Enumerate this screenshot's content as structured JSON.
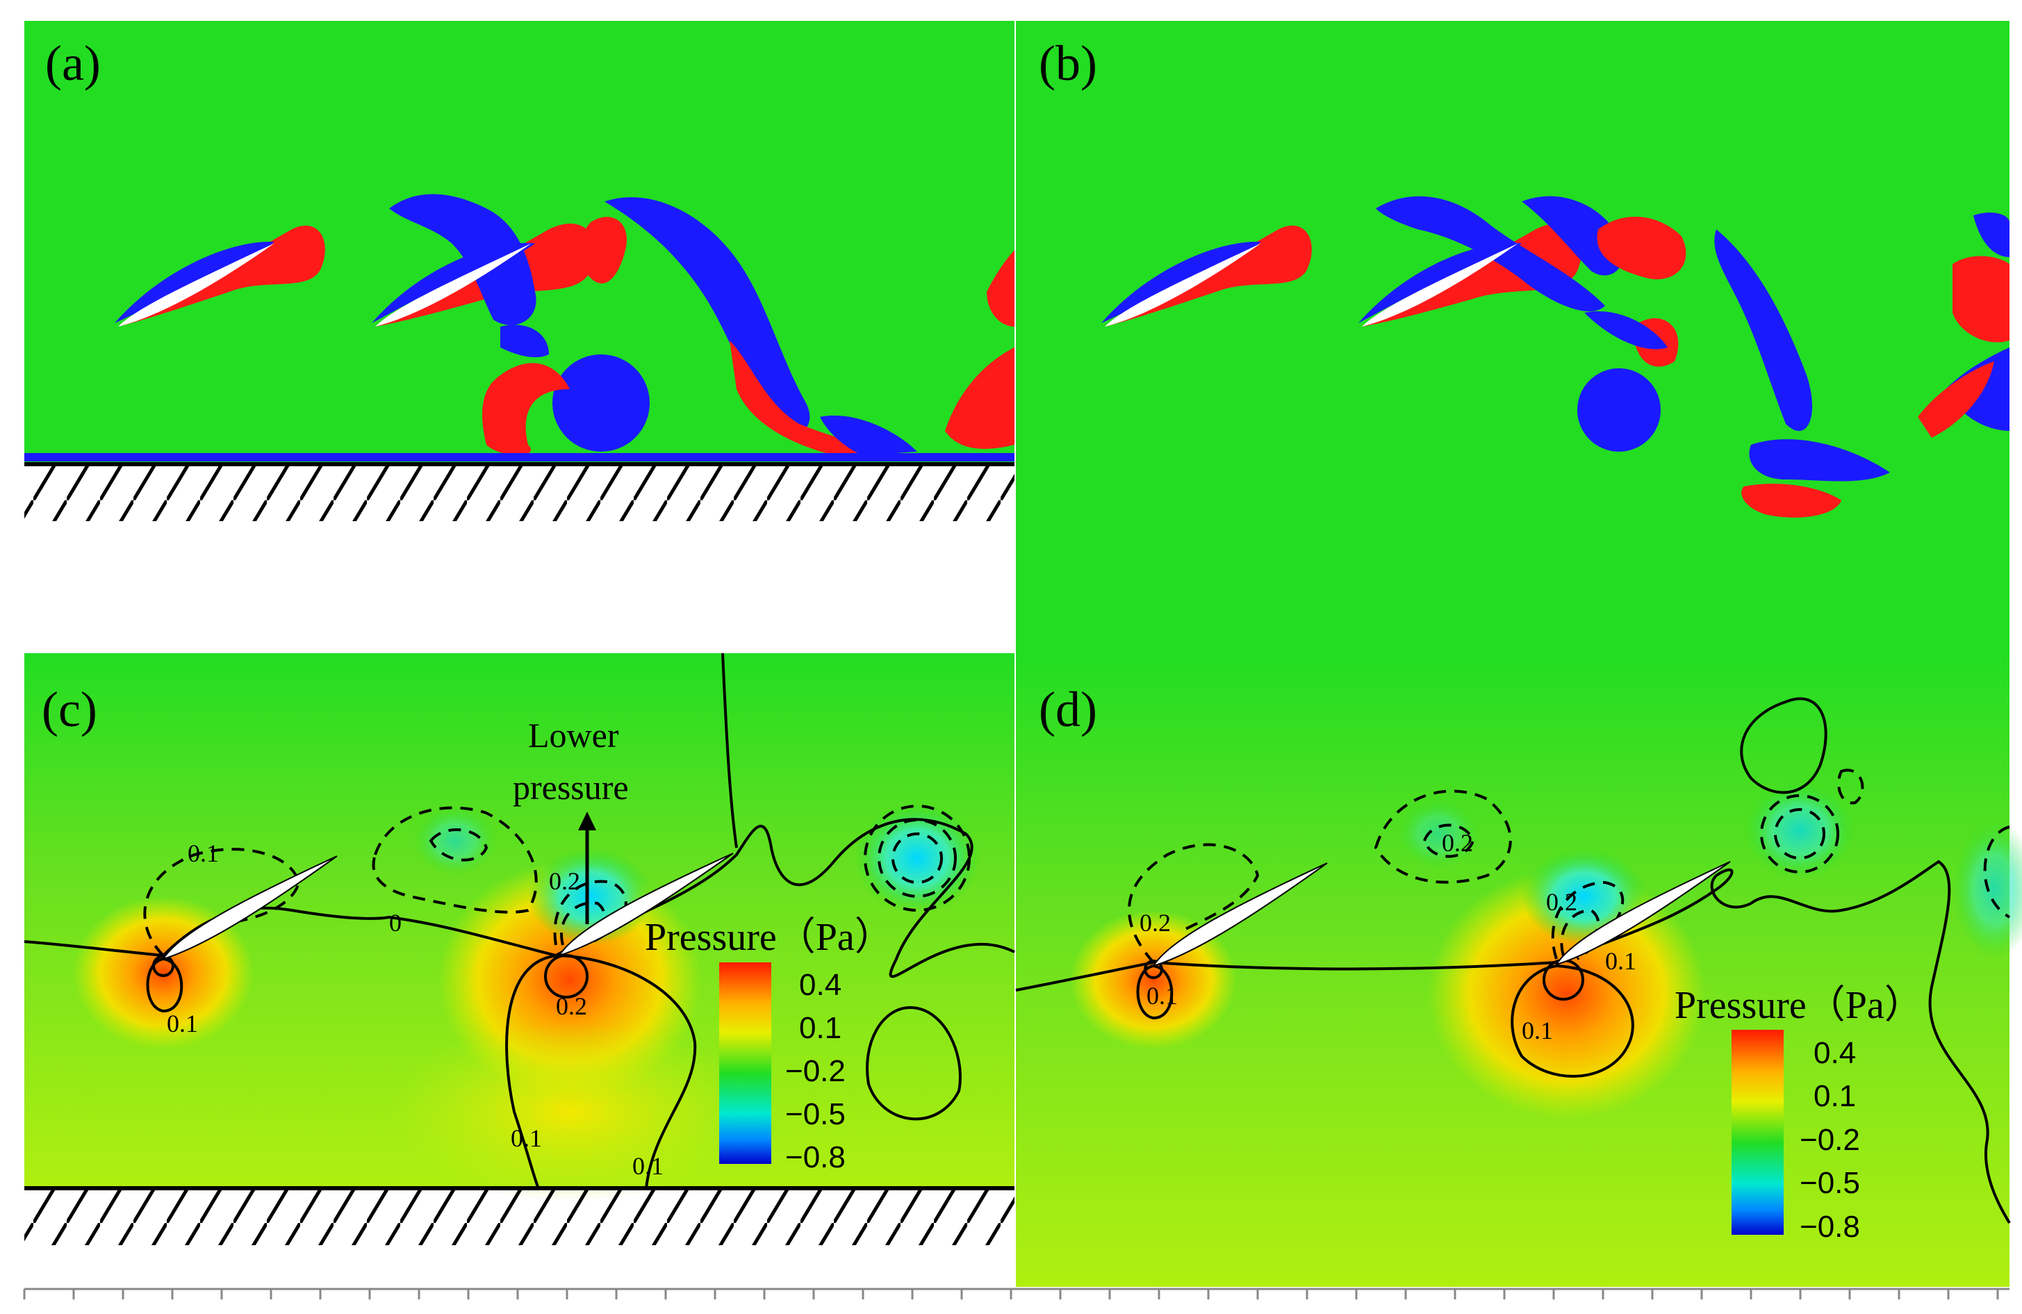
{
  "panels": [
    {
      "label": "(a)"
    },
    {
      "label": "(b)"
    },
    {
      "label": "(c)"
    },
    {
      "label": "(d)"
    }
  ],
  "annotation": {
    "line1": "Lower",
    "line2": "pressure"
  },
  "colorbar_c": {
    "title": "Pressure（Pa）",
    "ticks": [
      "0.4",
      "0.1",
      "−0.2",
      "−0.5",
      "−0.8"
    ]
  },
  "colorbar_d": {
    "title": "Pressure（Pa）",
    "ticks": [
      "0.4",
      "0.1",
      "−0.2",
      "−0.5",
      "−0.8"
    ]
  },
  "contour_labels_c": [
    "0.1",
    "0.1",
    "0.2",
    "0",
    "0.2",
    "0.1",
    "0.1"
  ],
  "contour_labels_d": [
    "0.2",
    "0.1",
    "0.2",
    "0.2",
    "0.1",
    "0.1"
  ],
  "colors": {
    "background_field": "#22dd22",
    "positive_vorticity": "#ff1a1a",
    "negative_vorticity": "#1a1aff",
    "pressure_high": "#ff2a00",
    "pressure_low": "#0030ff",
    "wall": "#000000"
  }
}
